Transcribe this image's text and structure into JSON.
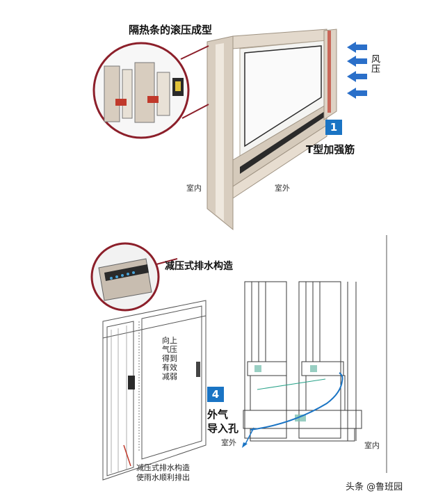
{
  "top": {
    "title": "隔热条的滚压成型",
    "wind_label": "风压",
    "badge_number": "1",
    "t_label": "T型加强筋",
    "indoor": "室内",
    "outdoor": "室外"
  },
  "bottom": {
    "title": "减压式排水构造",
    "vertical_note": [
      "向上",
      "气压",
      "得到",
      "有效",
      "减弱"
    ],
    "badge_number": "4",
    "inlet_label": [
      "外气",
      "导入孔"
    ],
    "outdoor": "室外",
    "indoor": "室内",
    "drain_note": [
      "减压式排水构造",
      "使雨水顺利排出"
    ]
  },
  "watermark": "头条 @鲁班园",
  "colors": {
    "frame": "#d9cfc2",
    "frame_shadow": "#a89c8c",
    "glass_edge": "#2a2a2a",
    "arrow_blue": "#2a6fc9",
    "badge_blue": "#1a74c4",
    "accent_red": "#c0392b",
    "profile_green": "#6fb8a8"
  }
}
